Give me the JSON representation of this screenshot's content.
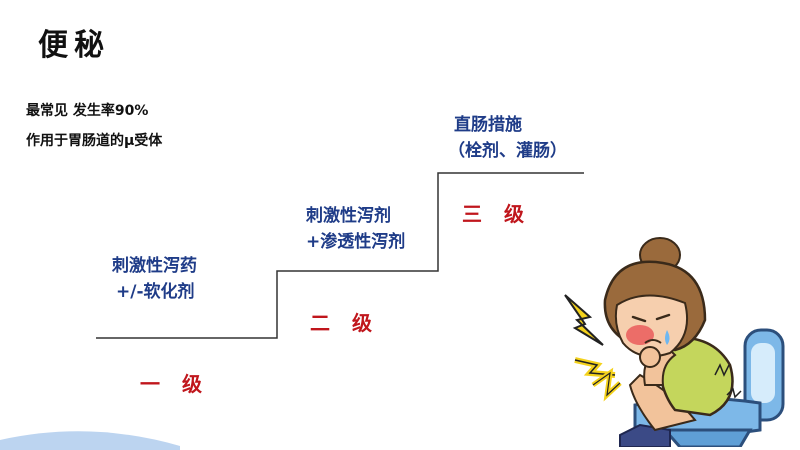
{
  "slide": {
    "title": "便秘",
    "notes": [
      "最常见 发生率90%",
      "作用于胃肠道的μ受体"
    ]
  },
  "steps": [
    {
      "lines": [
        "刺激性泻药",
        "+/-软化剂"
      ],
      "level": "一级"
    },
    {
      "lines": [
        "刺激性泻剂",
        "+渗透性泻剂"
      ],
      "level": "二级"
    },
    {
      "lines": [
        "直肠措施",
        "（栓剂、灌肠）"
      ],
      "level": "三级"
    }
  ],
  "colors": {
    "step_text": "#1f3c88",
    "level_text": "#c0161c",
    "stair_line": "#333333",
    "accent_wave": "#8fb8e6"
  },
  "icons": [
    "constipation-illustration"
  ]
}
